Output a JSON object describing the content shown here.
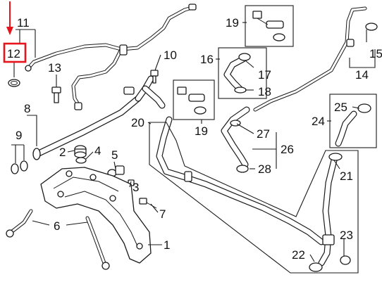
{
  "highlight": {
    "color": "#e8141c"
  },
  "callouts": [
    {
      "id": "c1",
      "label": "1"
    },
    {
      "id": "c2",
      "label": "2"
    },
    {
      "id": "c3",
      "label": "3"
    },
    {
      "id": "c4",
      "label": "4"
    },
    {
      "id": "c5",
      "label": "5"
    },
    {
      "id": "c6",
      "label": "6"
    },
    {
      "id": "c7",
      "label": "7"
    },
    {
      "id": "c8",
      "label": "8"
    },
    {
      "id": "c9",
      "label": "9"
    },
    {
      "id": "c10",
      "label": "10"
    },
    {
      "id": "c11",
      "label": "11"
    },
    {
      "id": "c12",
      "label": "12"
    },
    {
      "id": "c13",
      "label": "13"
    },
    {
      "id": "c14",
      "label": "14"
    },
    {
      "id": "c15",
      "label": "15"
    },
    {
      "id": "c16",
      "label": "16"
    },
    {
      "id": "c17",
      "label": "17"
    },
    {
      "id": "c18",
      "label": "18"
    },
    {
      "id": "c19a",
      "label": "19"
    },
    {
      "id": "c19b",
      "label": "19"
    },
    {
      "id": "c20",
      "label": "20"
    },
    {
      "id": "c21",
      "label": "21"
    },
    {
      "id": "c22",
      "label": "22"
    },
    {
      "id": "c23",
      "label": "23"
    },
    {
      "id": "c24",
      "label": "24"
    },
    {
      "id": "c25",
      "label": "25"
    },
    {
      "id": "c26",
      "label": "26"
    },
    {
      "id": "c27",
      "label": "27"
    },
    {
      "id": "c28",
      "label": "28"
    }
  ]
}
